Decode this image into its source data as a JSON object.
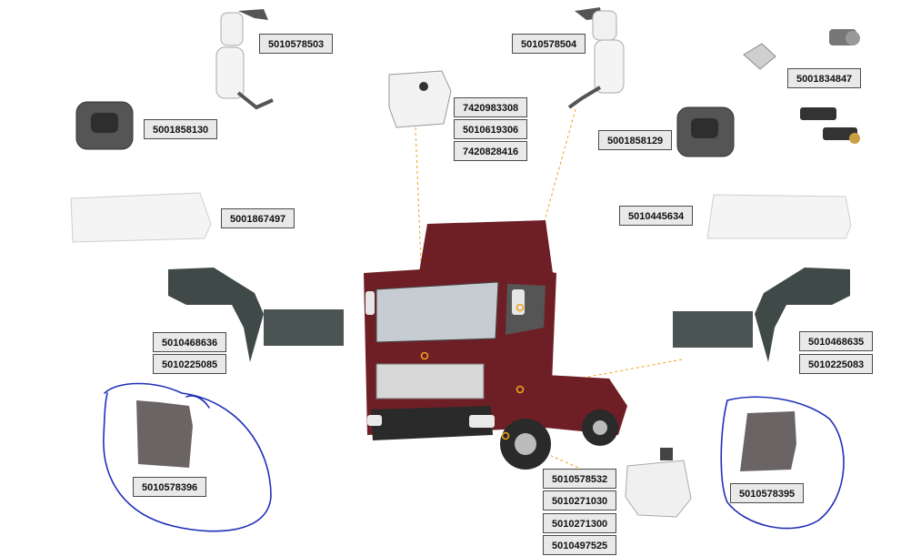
{
  "part_numbers": {
    "mirror_left": "5010578503",
    "mirror_right": "5010578504",
    "lock_set": "5001834847",
    "handle_left": "5001858130",
    "handle_right": "5001858129",
    "washer_tank": [
      "7420983308",
      "5010619306",
      "7420828416"
    ],
    "deflector_left": "5001867497",
    "deflector_right": "5010445634",
    "step_left": [
      "5010468636",
      "5010225085"
    ],
    "step_right": [
      "5010468635",
      "5010225083"
    ],
    "mudguard_left": "5010578396",
    "mudguard_right": "5010578395",
    "expansion_tank": [
      "5010578532",
      "5010271030",
      "5010271300",
      "5010497525"
    ]
  },
  "colors": {
    "truck": "#6e1f26",
    "annotation_ink": "#1f2fb8",
    "leader_line": "#f0a020"
  }
}
